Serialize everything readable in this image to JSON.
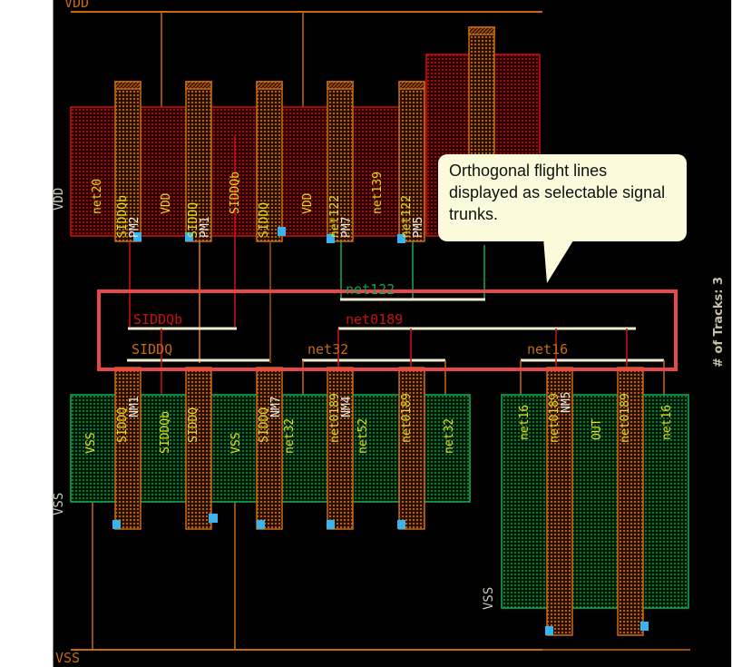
{
  "rails": {
    "vdd_label": "VDD",
    "vss_label": "VSS"
  },
  "side_labels": {
    "vdd_left": "VDD",
    "vss_left": "VSS",
    "vss_right_group": "VSS",
    "tracks": "# of Tracks: 3"
  },
  "callout": {
    "text": "Orthogonal flight lines displayed as selectable signal trunks."
  },
  "pmos_row": {
    "diffusion_labels": [
      "net20",
      "VDD",
      "SIDDQb",
      "VDD",
      "net139"
    ],
    "gates": [
      {
        "net": "SIDDQb",
        "name": "PM2"
      },
      {
        "net": "SIDDQ",
        "name": "PM1"
      },
      {
        "net": "SIDDQ",
        "name": ""
      },
      {
        "net": "net122",
        "name": "PM7"
      },
      {
        "net": "net122",
        "name": "PM5"
      }
    ]
  },
  "trunks": [
    {
      "net": "net122",
      "color": "#1aa04a"
    },
    {
      "net": "SIDDQb",
      "color": "#cc1010"
    },
    {
      "net": "net0189",
      "color": "#cc1010"
    },
    {
      "net": "SIDDQ",
      "color": "#c86a10"
    },
    {
      "net": "net32",
      "color": "#c86a10"
    },
    {
      "net": "net16",
      "color": "#c86a10"
    }
  ],
  "nmos_row_left": {
    "diffusion_labels": [
      "VSS",
      "SIDDQb",
      "VSS",
      "net32",
      "net52",
      "net32"
    ],
    "gates": [
      {
        "net": "SIDDQ",
        "name": "NM1"
      },
      {
        "net": "SIDDQ",
        "name": ""
      },
      {
        "net": "SIDDQ",
        "name": "NM7"
      },
      {
        "net": "net0189",
        "name": "NM4"
      },
      {
        "net": "net0189",
        "name": ""
      }
    ]
  },
  "nmos_row_right": {
    "diffusion_labels": [
      "net16",
      "OUT",
      "net16"
    ],
    "gates": [
      {
        "net": "net0189",
        "name": "NM5"
      },
      {
        "net": "net0189",
        "name": ""
      }
    ]
  },
  "colors": {
    "background": "#000000",
    "pdiff": "#d01010",
    "ndiff": "#10b050",
    "poly": "#c86a10",
    "pin": "#3ab4f0",
    "highlight_box": "#e84848",
    "trunk_line": "#f0ecd0",
    "label_yellow": "#e8e010",
    "label_white": "#e8e8e8"
  }
}
